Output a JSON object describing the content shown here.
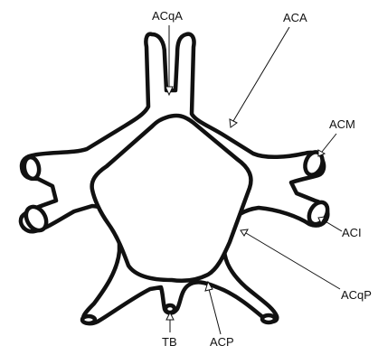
{
  "labels": {
    "acqa": "ACqA",
    "aca": "ACA",
    "acm": "ACM",
    "aci": "ACI",
    "acqp": "ACqP",
    "tb": "TB",
    "acp": "ACP"
  }
}
